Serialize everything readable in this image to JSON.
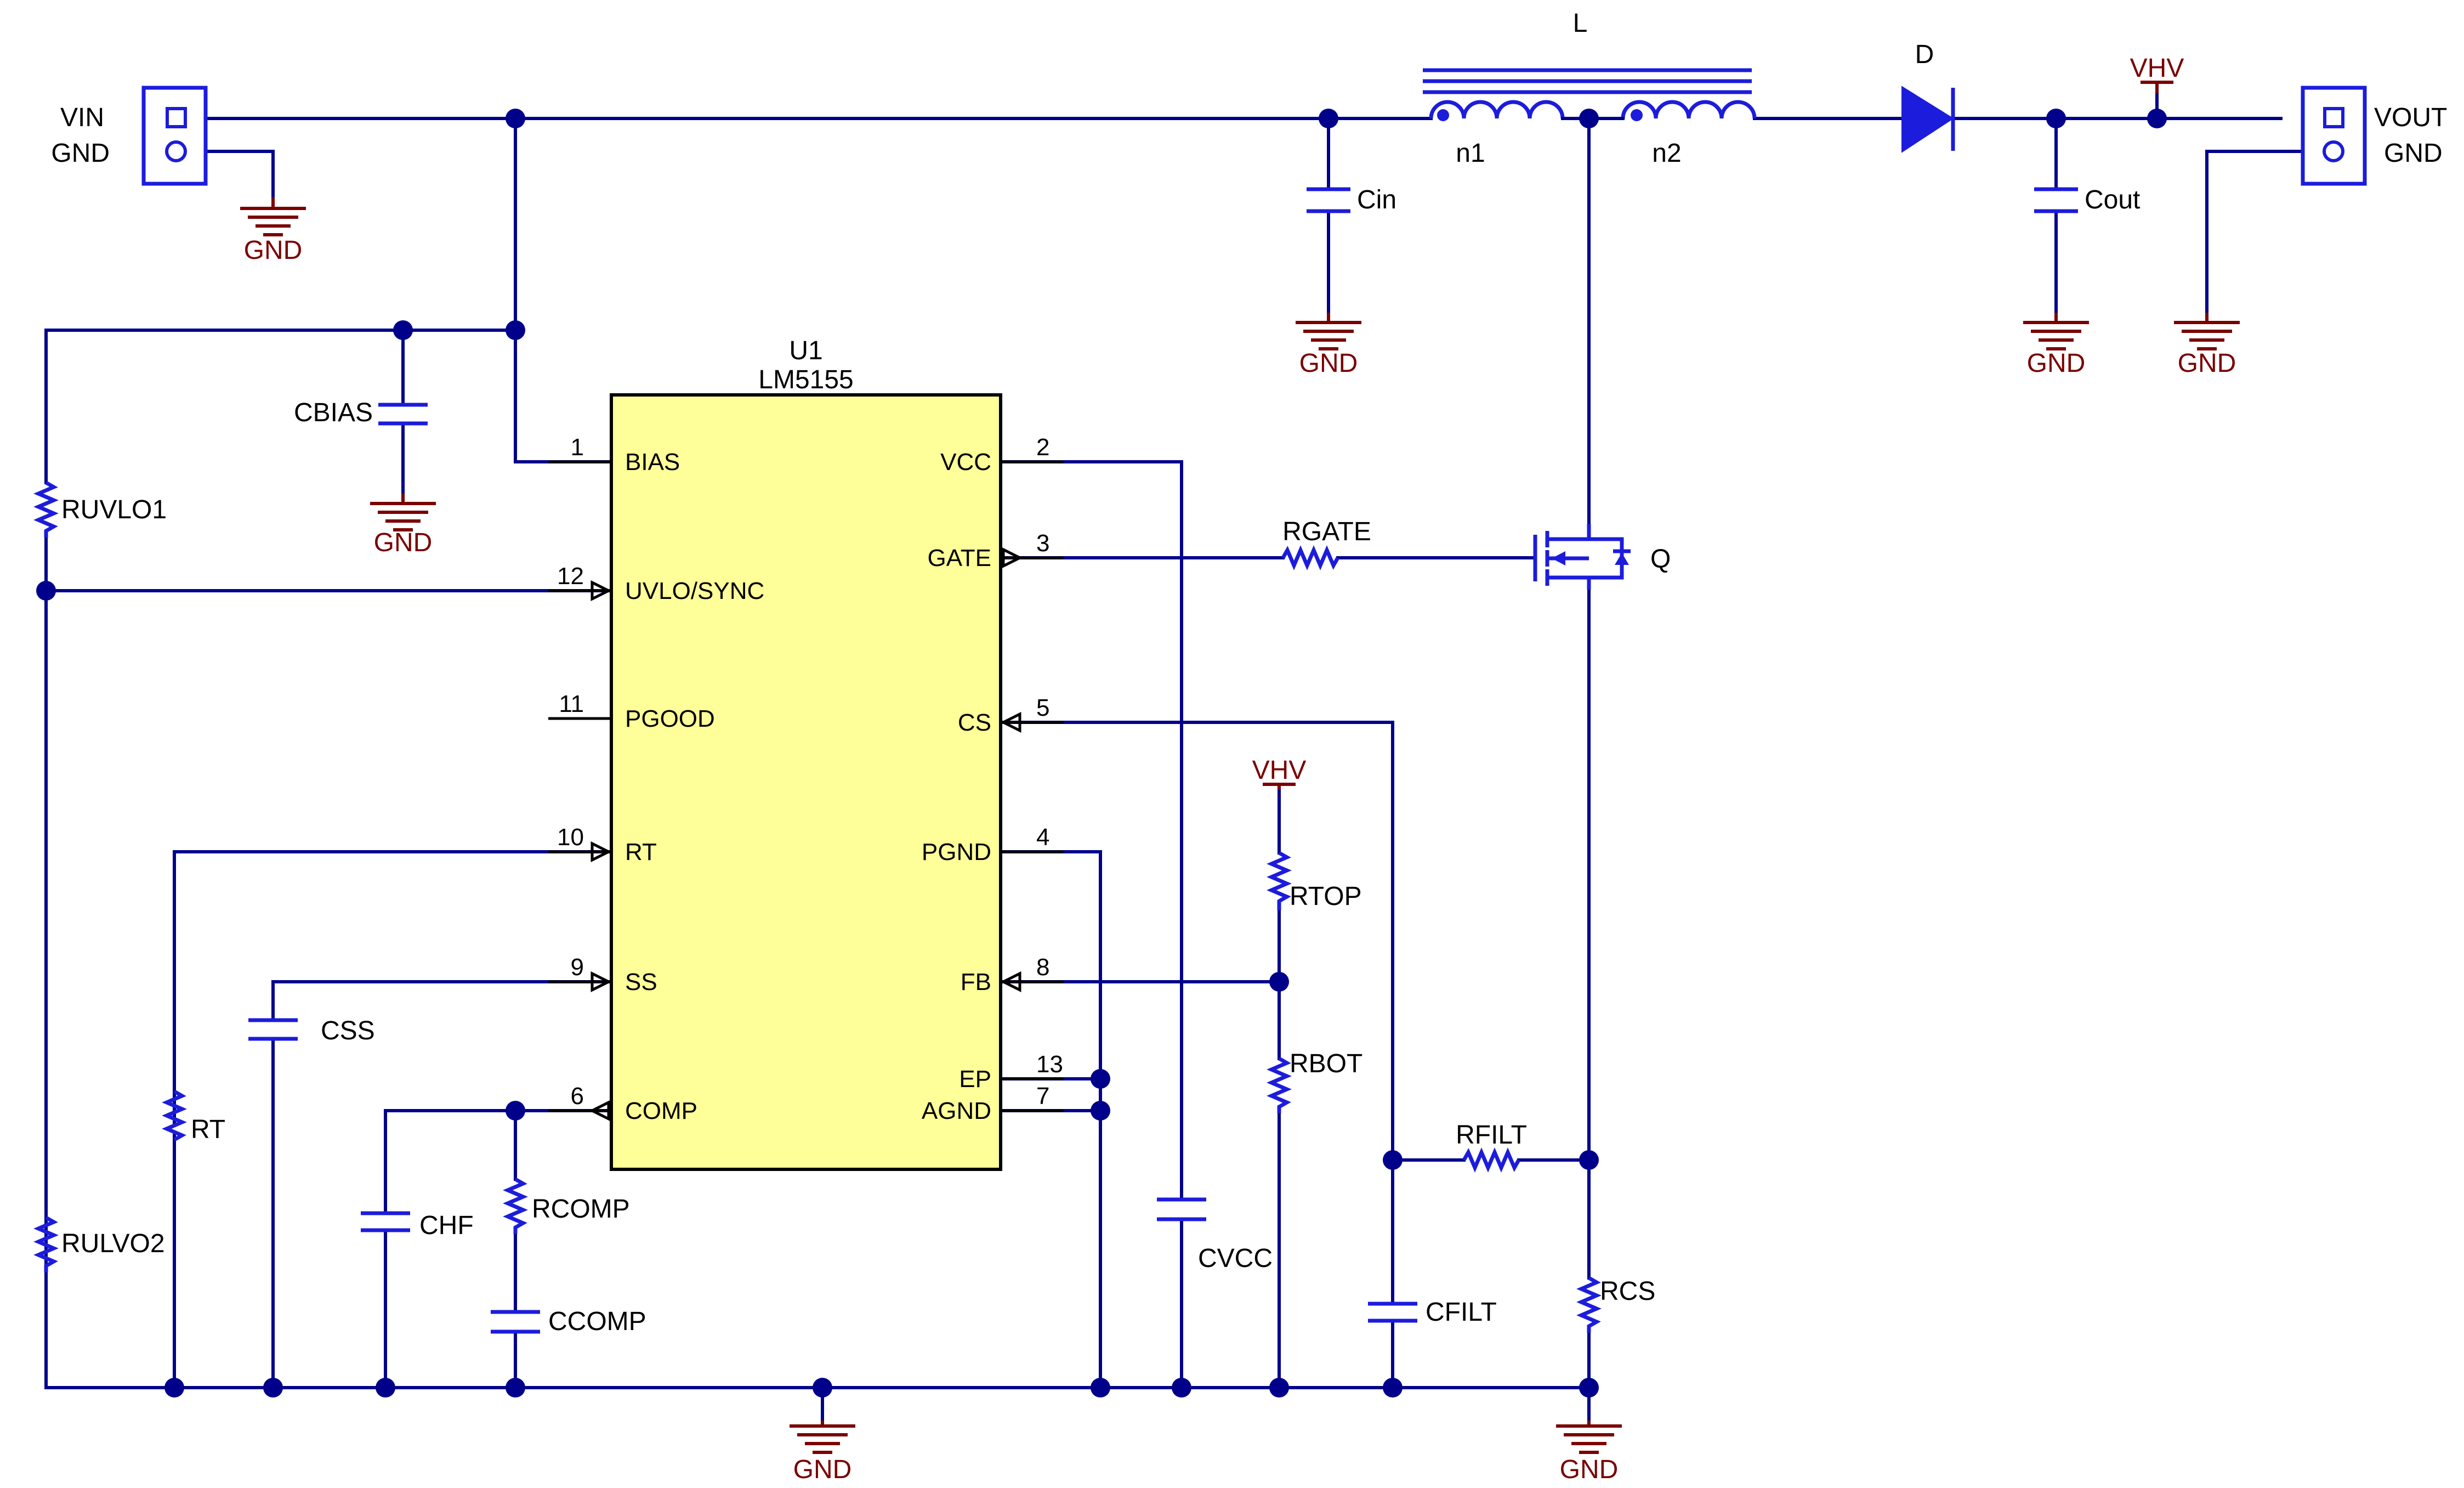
{
  "colors": {
    "wire": "#00008b",
    "component": "#1c1cdc",
    "ground": "#7a0000",
    "ic_fill": "#ffff99",
    "text": "#000000"
  },
  "connectors": {
    "input": {
      "pin1": "VIN",
      "pin2": "GND"
    },
    "output": {
      "pin1": "VOUT",
      "pin2": "GND"
    }
  },
  "ground_label": "GND",
  "net_label_vhv": "VHV",
  "ic": {
    "refdes": "U1",
    "part": "LM5155",
    "pins_left": [
      {
        "num": "1",
        "name": "BIAS"
      },
      {
        "num": "12",
        "name": "UVLO/SYNC"
      },
      {
        "num": "11",
        "name": "PGOOD"
      },
      {
        "num": "10",
        "name": "RT"
      },
      {
        "num": "9",
        "name": "SS"
      },
      {
        "num": "6",
        "name": "COMP"
      }
    ],
    "pins_right": [
      {
        "num": "2",
        "name": "VCC"
      },
      {
        "num": "3",
        "name": "GATE"
      },
      {
        "num": "5",
        "name": "CS"
      },
      {
        "num": "4",
        "name": "PGND"
      },
      {
        "num": "8",
        "name": "FB"
      },
      {
        "num": "13",
        "name": "EP"
      },
      {
        "num": "7",
        "name": "AGND"
      }
    ]
  },
  "components": {
    "inductor": "L",
    "winding1": "n1",
    "winding2": "n2",
    "diode": "D",
    "mosfet": "Q",
    "cin": "Cin",
    "cout": "Cout",
    "cbias": "CBIAS",
    "ruvlo1": "RUVLO1",
    "ruvlo2": "RULVO2",
    "rgate": "RGATE",
    "rtop": "RTOP",
    "rbot": "RBOT",
    "rt": "RT",
    "css": "CSS",
    "chf": "CHF",
    "rcomp": "RCOMP",
    "ccomp": "CCOMP",
    "cvcc": "CVCC",
    "rfilt": "RFILT",
    "cfilt": "CFILT",
    "rcs": "RCS"
  }
}
